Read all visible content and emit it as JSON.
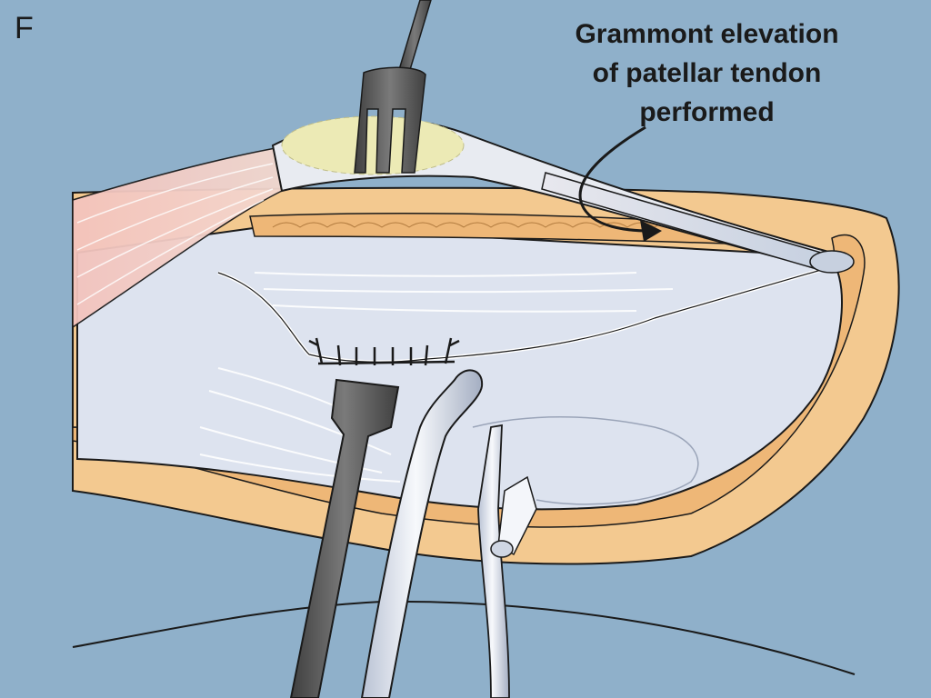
{
  "figure": {
    "panel_letter": "F",
    "callout_lines": [
      "Grammont elevation",
      "of patellar tendon",
      "performed"
    ]
  },
  "colors": {
    "background": "#8fb0ca",
    "skin": "#f3c990",
    "fat": "#eeb777",
    "joint_capsule": "#dde3ef",
    "tendon": "#d3dce8",
    "instrument_steel": "#5e5e5e",
    "outline": "#1a1a1a"
  },
  "icons": [
    "retractor-fork-icon",
    "retractor-paddle-icon",
    "suction-tip-icon",
    "forceps-icon",
    "arrow-icon"
  ]
}
